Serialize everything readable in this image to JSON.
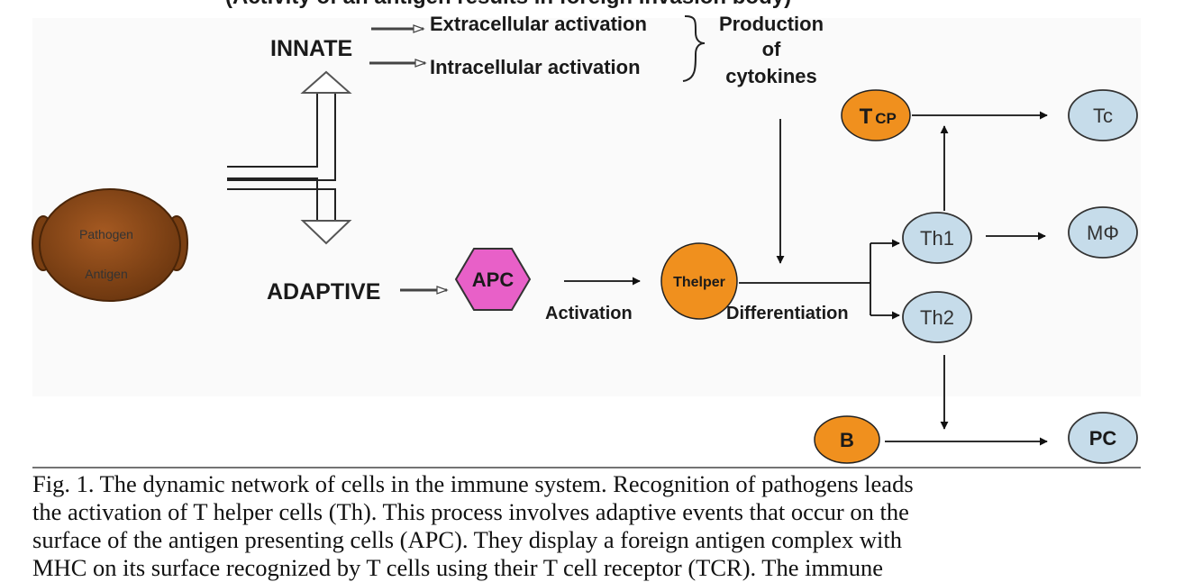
{
  "diagram": {
    "cut_top_text": "(Activity of an antigen results in foreign  invasion body)",
    "pathogen_labels": [
      "Pathogen",
      "Antigen"
    ],
    "innate": "INNATE",
    "adaptive": "ADAPTIVE",
    "extracellular": "Extracellular activation",
    "intracellular": "Intracellular activation",
    "production_lines": [
      "Production",
      "of",
      "cytokines"
    ],
    "apc": "APC",
    "activation": "Activation",
    "thelper": "Thelper",
    "differentiation": "Differentiation",
    "tcp_main": "T",
    "tcp_sub": "CP",
    "tc": "Tc",
    "th1": "Th1",
    "th2": "Th2",
    "mphi": "MΦ",
    "b": "B",
    "pc": "PC",
    "colors": {
      "orange": "#f0901e",
      "light_blue": "#c6dcea",
      "magenta": "#e860c8",
      "brown": "#8b4a18"
    }
  },
  "caption": {
    "lines": [
      "Fig. 1. The dynamic network of cells in the immune system. Recognition of pathogens leads",
      "the activation of T helper cells (Th). This process involves adaptive events that occur on the",
      "surface of the antigen presenting cells (APC). They display a foreign antigen complex with",
      "MHC on its surface recognized by T cells using their T cell receptor (TCR). The immune"
    ]
  }
}
